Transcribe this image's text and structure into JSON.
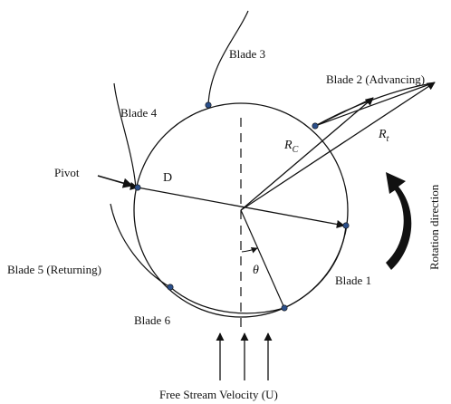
{
  "labels": {
    "blade1": "Blade 1",
    "blade2": "Blade 2 (Advancing)",
    "blade3": "Blade 3",
    "blade4": "Blade 4",
    "blade5": "Blade 5 (Returning)",
    "blade6": "Blade 6",
    "pivot": "Pivot",
    "diameter": "D",
    "theta": "θ",
    "rc_base": "R",
    "rc_sub": "C",
    "rt_base": "R",
    "rt_sub": "t",
    "rotation": "Rotation direction",
    "freestream": "Free Stream Velocity (U)"
  },
  "colors": {
    "line": "#111111",
    "pivot_dot": "#2b4f8a"
  }
}
